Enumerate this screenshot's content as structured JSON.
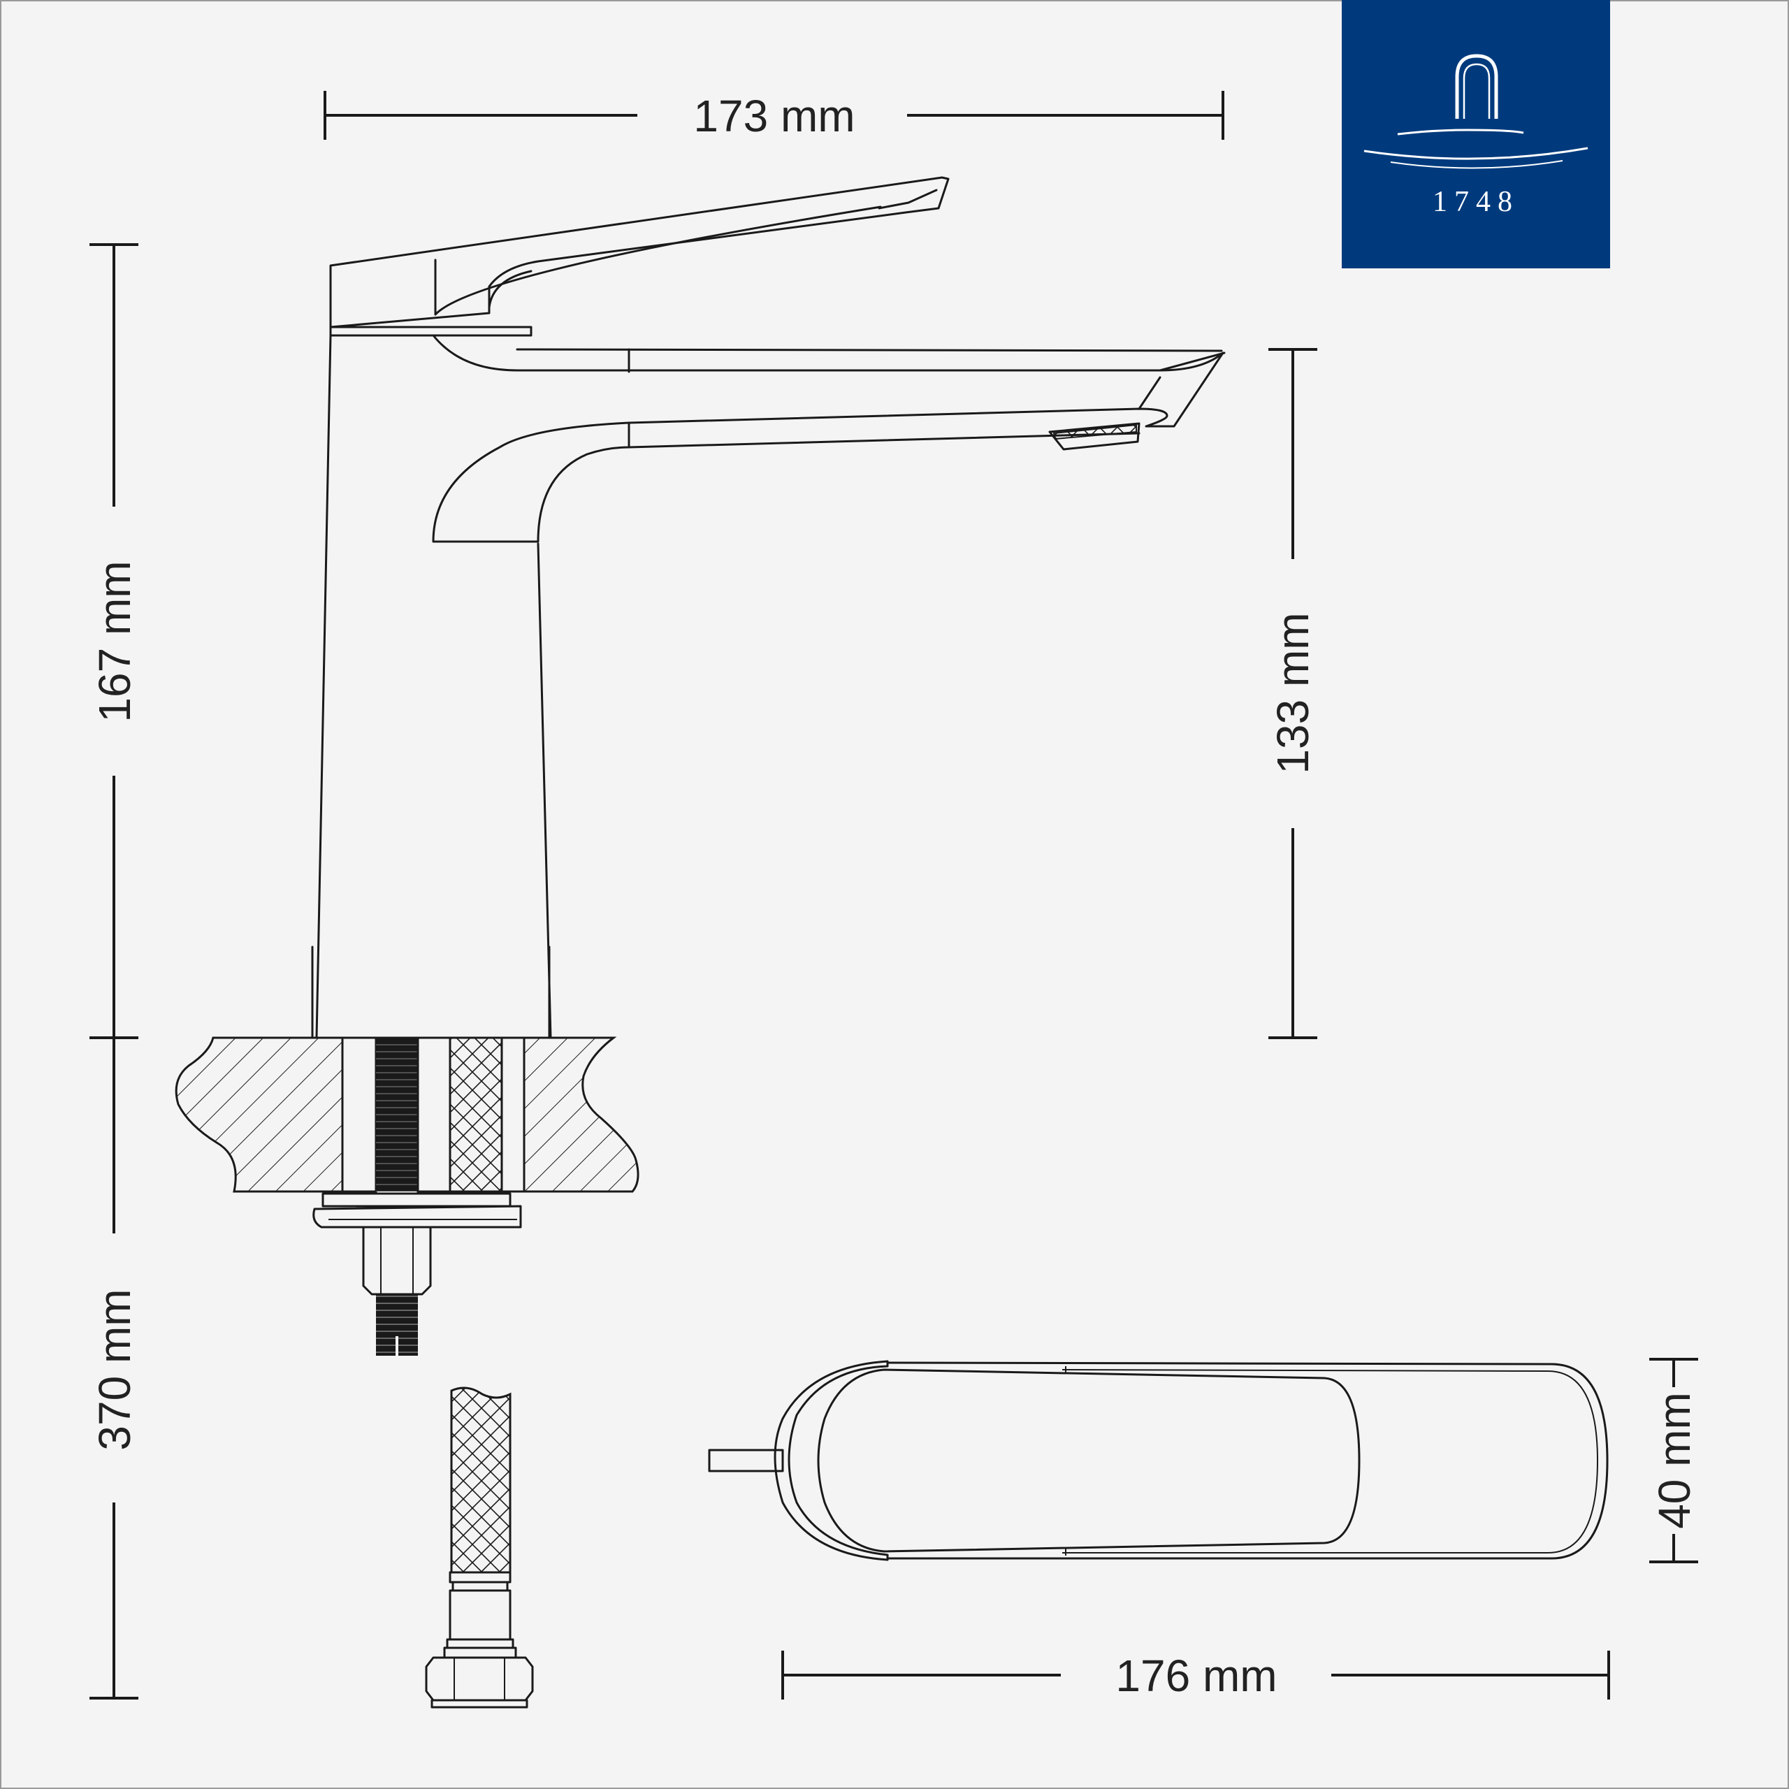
{
  "dimensions": {
    "top_width": "173 mm",
    "total_height": "167 mm",
    "spout_height": "133 mm",
    "hose_length": "370 mm",
    "handle_depth": "40 mm",
    "handle_length": "176 mm"
  },
  "brand": {
    "year": "1748",
    "color": "#003a7d"
  }
}
